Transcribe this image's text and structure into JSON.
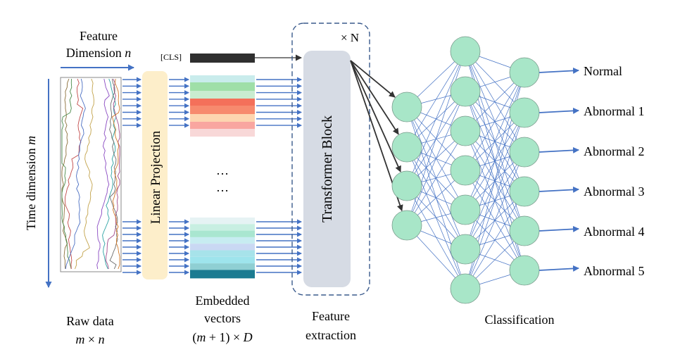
{
  "feature_dim_label": "Feature",
  "feature_dim_label2": "Dimension",
  "feature_dim_var": "n",
  "time_dim_label": "Time dimension",
  "time_dim_var": "m",
  "cls_token": "[CLS]",
  "linear_projection": "Linear Projection",
  "transformer_block": "Transformer Block",
  "repeat_label": "× N",
  "ellipsis": "…",
  "raw_data_label": "Raw data",
  "raw_data_dims": {
    "m": "m",
    "times": " × ",
    "n": "n"
  },
  "embedded_label_1": "Embedded",
  "embedded_label_2": "vectors",
  "embedded_dims": {
    "open": "(",
    "m": "m",
    "rest": " + 1) × ",
    "D": "D"
  },
  "feature_extraction_1": "Feature",
  "feature_extraction_2": "extraction",
  "classification_label": "Classification",
  "outputs": [
    "Normal",
    "Abnormal 1",
    "Abnormal 2",
    "Abnormal 3",
    "Abnormal 4",
    "Abnormal 5"
  ],
  "network_layers": [
    4,
    7,
    6
  ],
  "colors": {
    "arrow": "#4472c4",
    "dark_arrow": "#333333",
    "neuron_fill": "#a8e6c8",
    "neuron_stroke": "#7a9a8c",
    "linear_projection_fill": "#fdeeca",
    "transformer_fill": "#d6dbe4",
    "dashed_border": "#3a5a8c",
    "cls_token": "#2f2f2f",
    "embed_top": [
      "#c9ecec",
      "#9fdfa8",
      "#c9ecd0",
      "#f4705a",
      "#f78a6e",
      "#fdd5b0",
      "#f9a6a0",
      "#f8d8d8"
    ],
    "embed_bottom": [
      "#e6f3f4",
      "#c8efe2",
      "#a9e6d0",
      "#c7ecf1",
      "#c9d8f3",
      "#a7e3ea",
      "#9ee4ec",
      "#8fcfd3",
      "#1b7b91"
    ],
    "raw_lines": [
      "#8b6f3a",
      "#4a8a4a",
      "#c24a4a",
      "#4a6ec2",
      "#c2a24a",
      "#8a4ac2",
      "#2aa2a2",
      "#a24a8a",
      "#6a6a6a",
      "#d27a2a"
    ]
  }
}
